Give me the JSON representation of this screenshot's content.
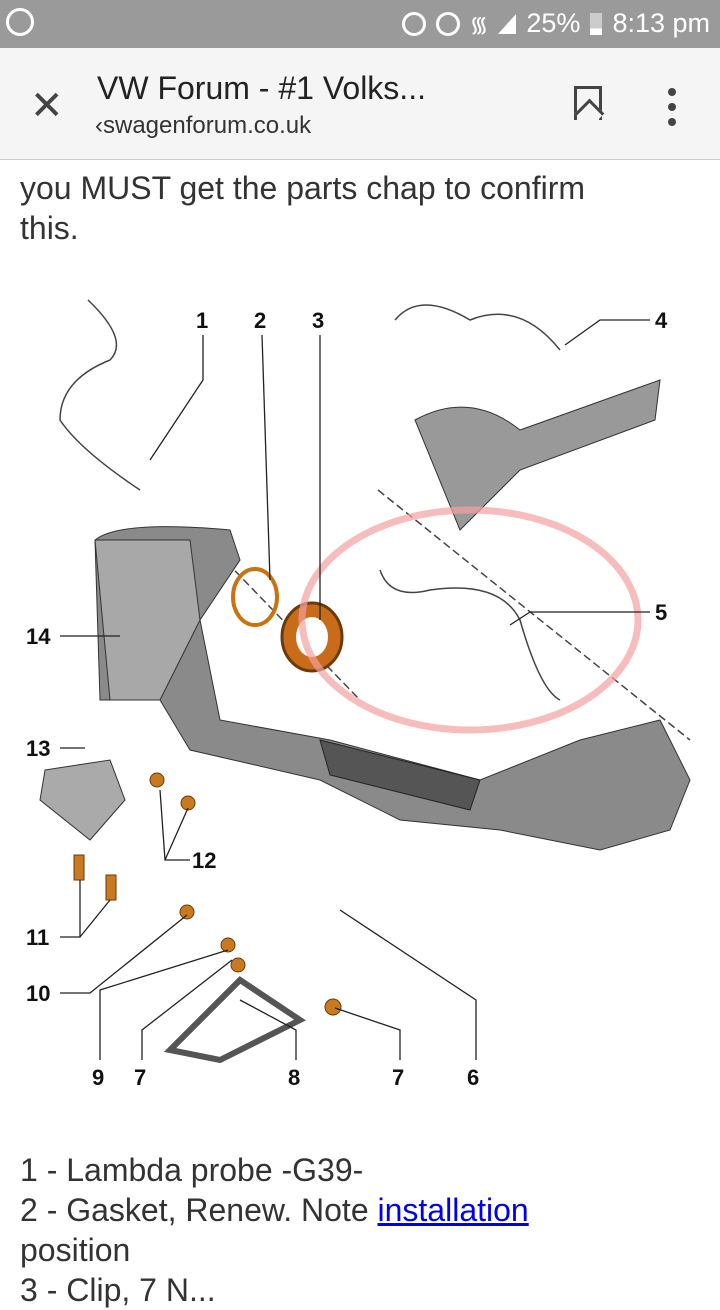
{
  "status_bar": {
    "battery": "25%",
    "time": "8:13 pm",
    "icons": [
      "whatsapp-icon",
      "data-saver-icon",
      "alarm-icon",
      "wifi-icon",
      "signal-icon",
      "battery-icon"
    ]
  },
  "toolbar": {
    "title": "VW Forum - #1 Volks...",
    "url": "‹swagenforum.co.uk",
    "icons": [
      "close-icon",
      "bookmark-icon",
      "more-vert-icon"
    ]
  },
  "article": {
    "intro_line1": "you MUST get the parts chap to confirm",
    "intro_line2": "this.",
    "diagram_labels": [
      "1",
      "2",
      "3",
      "4",
      "5",
      "6",
      "7",
      "8",
      "9",
      "10",
      "11",
      "12",
      "13",
      "14",
      "7"
    ],
    "items": [
      {
        "text": "1 - Lambda probe -G39-"
      },
      {
        "text": "2 - Gasket, Renew. Note ",
        "link": "installation",
        "after": "position"
      },
      {
        "text": "3 - Clip, 7 N..."
      }
    ]
  },
  "colors": {
    "status": "#9a9a9a",
    "toolbar": "#f5f5f5",
    "link": "#0000ee",
    "highlight": "#f4a0a0"
  }
}
